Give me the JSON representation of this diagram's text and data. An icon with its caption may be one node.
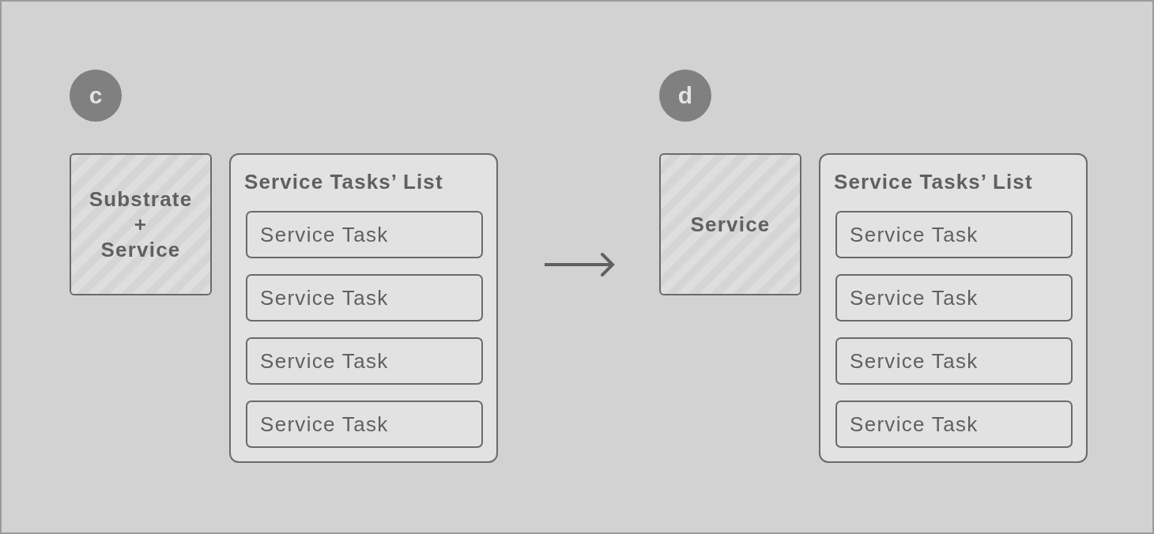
{
  "diagram": {
    "nodes": [
      {
        "text": [
          "c"
        ]
      },
      {
        "text": [
          "Substrate + Service"
        ]
      },
      {
        "text": [
          "Service Tasks’ List"
        ]
      },
      {
        "text": [
          "Service Task"
        ],
        "in": 2
      },
      {
        "text": [
          "Service Task"
        ],
        "in": 2
      },
      {
        "text": [
          "Service Task"
        ],
        "in": 2
      },
      {
        "text": [
          "Service Task"
        ],
        "in": 2
      },
      {
        "text": [
          "d"
        ]
      },
      {
        "text": [
          "Service"
        ]
      },
      {
        "text": [
          "Service Tasks’ List"
        ]
      },
      {
        "text": [
          "Service Task"
        ],
        "in": 9
      },
      {
        "text": [
          "Service Task"
        ],
        "in": 9
      },
      {
        "text": [
          "Service Task"
        ],
        "in": 9
      },
      {
        "text": [
          "Service Task"
        ],
        "in": 9
      }
    ],
    "edges": [
      {
        "from": 2,
        "to": 8,
        "arrow": "to"
      }
    ]
  }
}
